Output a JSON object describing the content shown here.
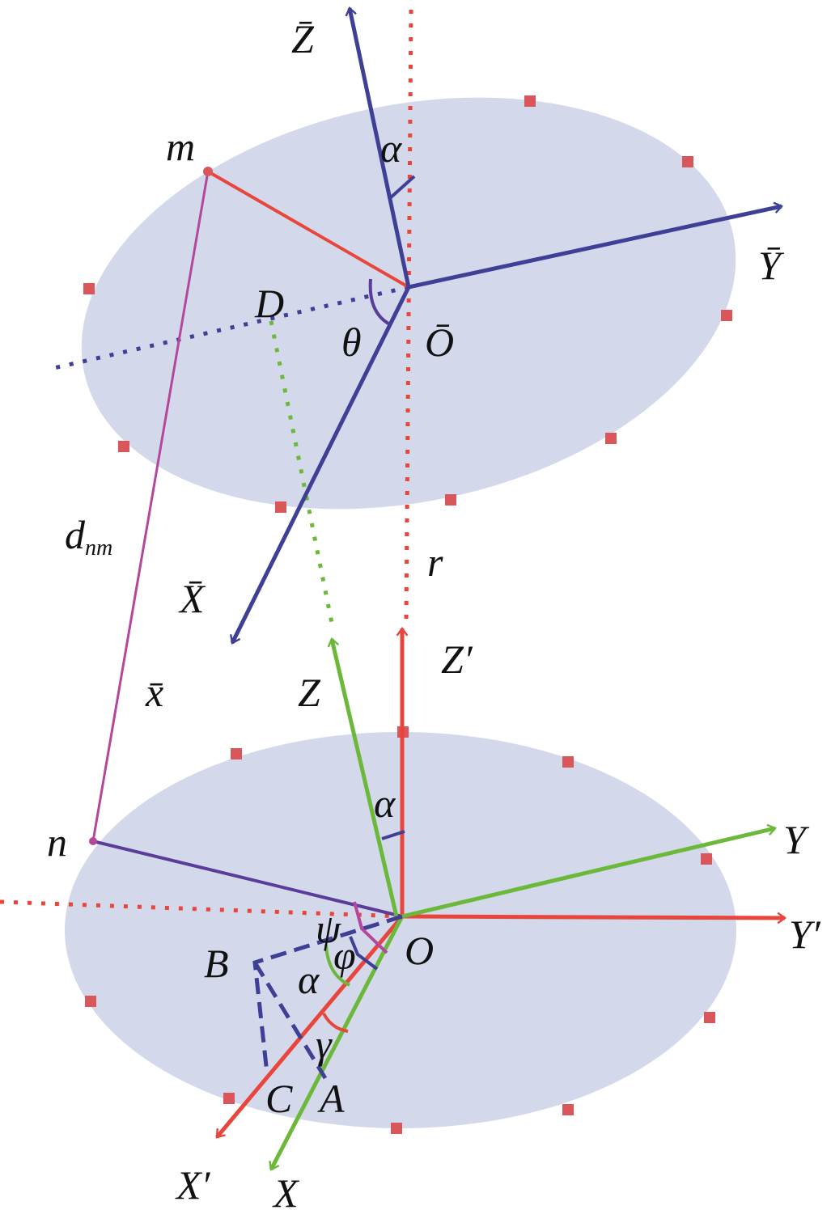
{
  "colors": {
    "ellipse": "#d3d9ea",
    "blue": "#3f3f96",
    "red": "#e8463c",
    "green": "#6cb83b",
    "magenta": "#b4479c",
    "purple": "#5a3d99",
    "marker": "#d9575a"
  },
  "labels": {
    "z_bar": "Z̄",
    "alpha_top": "α",
    "y_bar": "Ȳ",
    "D": "D",
    "theta": "θ",
    "o_bar": "Ō",
    "m": "m",
    "d": "d",
    "d_sub": "nm",
    "r": "r",
    "x_bar_axis": "X̄",
    "x_bar": "x̄",
    "z_prime": "Z′",
    "z": "Z",
    "alpha_mid": "α",
    "y": "Y",
    "n": "n",
    "psi": "ψ",
    "phi": "φ",
    "o": "O",
    "y_prime": "Y′",
    "B": "B",
    "alpha_low": "α",
    "gamma": "γ",
    "C": "C",
    "A": "A",
    "x_prime": "X′",
    "x": "X"
  }
}
